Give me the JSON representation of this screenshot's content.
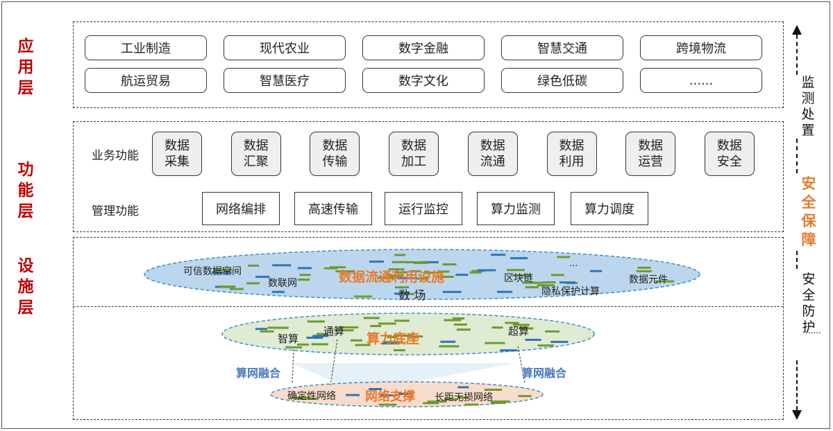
{
  "layers": {
    "application": "应用层",
    "function": "功能层",
    "infrastructure": "设施层"
  },
  "applications": [
    "工业制造",
    "现代农业",
    "数字金融",
    "智慧交通",
    "跨境物流",
    "航运贸易",
    "智慧医疗",
    "数字文化",
    "绿色低碳",
    "......"
  ],
  "functions": {
    "business_label": "业务功能",
    "business": [
      [
        "数据",
        "采集"
      ],
      [
        "数据",
        "汇聚"
      ],
      [
        "数据",
        "传输"
      ],
      [
        "数据",
        "加工"
      ],
      [
        "数据",
        "流通"
      ],
      [
        "数据",
        "利用"
      ],
      [
        "数据",
        "运营"
      ],
      [
        "数据",
        "安全"
      ]
    ],
    "management_label": "管理功能",
    "management": [
      "网络编排",
      "高速传输",
      "运行监控",
      "算力监测",
      "算力调度"
    ]
  },
  "infrastructure": {
    "data_ellipse": {
      "title": "数据流通利用设施",
      "items": [
        "可信数据空间",
        "数联网",
        "区块链",
        "隐私保护计算",
        "数据元件",
        "数 场",
        "..."
      ]
    },
    "compute_ellipse": {
      "title": "算力底座",
      "items": [
        "智算",
        "通算",
        "超算"
      ]
    },
    "fusion_left": "算网融合",
    "fusion_right": "算网融合",
    "network_ellipse": {
      "title": "网络支撑",
      "items": [
        "确定性网络",
        "长距无损网络"
      ]
    }
  },
  "right_side": {
    "monitor": "监测处置",
    "guarantee": "安全保障",
    "protection": "安全防护",
    "more": "......"
  },
  "colors": {
    "layer_label": "#c00000",
    "title_orange": "#e8792c",
    "fusion_blue": "#4a78c0",
    "data_ellipse_fill": "#bcd6ee",
    "compute_ellipse_fill": "#dfebd3",
    "network_ellipse_fill": "#f8dccb",
    "bar_green": "#6e9a2f",
    "bar_blue": "#2e75b6"
  }
}
